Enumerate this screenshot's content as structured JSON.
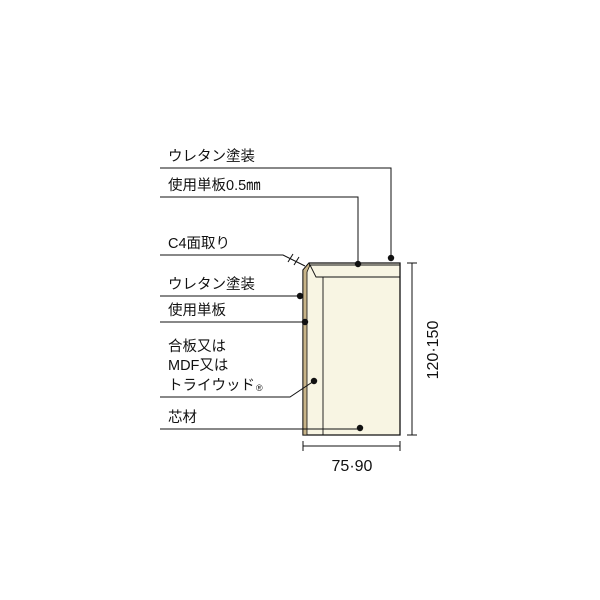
{
  "labels": {
    "urethane_top": "ウレタン塗装",
    "veneer_05": "使用単板0.5㎜",
    "chamfer": "C4面取り",
    "urethane_side": "ウレタン塗装",
    "veneer_side": "使用単板",
    "substrate_line1": "合板又は",
    "substrate_line2": "MDF又は",
    "substrate_line3": "トライウッド",
    "registered_mark": "®",
    "core": "芯材"
  },
  "dimensions": {
    "height": "120·150",
    "width": "75·90"
  },
  "colors": {
    "core_fill": "#f8f5e3",
    "veneer_fill": "#c8b488",
    "line": "#111111"
  }
}
